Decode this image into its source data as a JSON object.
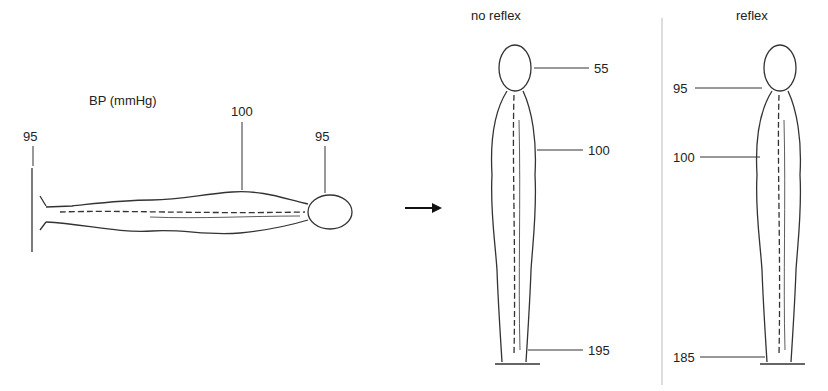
{
  "diagram": {
    "labels": [
      "BP (mmHg)",
      "95",
      "100",
      "95",
      "no reflex",
      "55",
      "100",
      "195",
      "reflex",
      "95",
      "100",
      "185"
    ]
  }
}
